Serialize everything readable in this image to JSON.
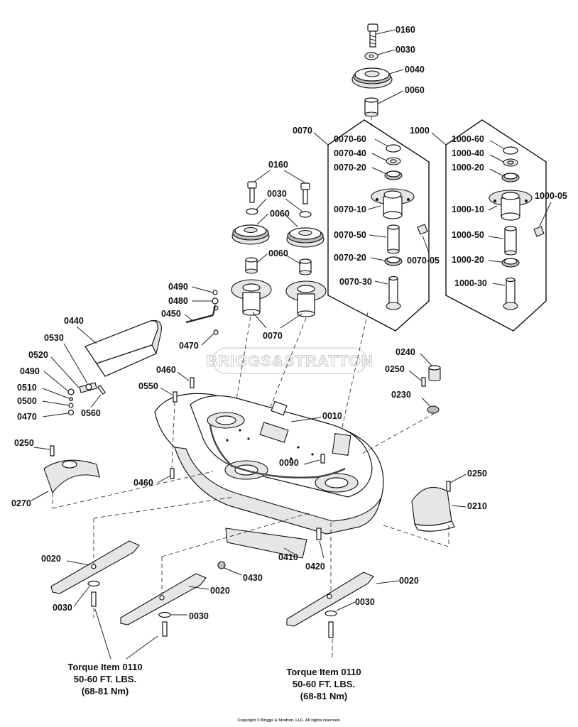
{
  "watermark": "BRIGGS&STRATTON",
  "copyright": "Copyright © Briggs & Stratton, LLC. All rights reserved.",
  "torque_notes": [
    {
      "line1": "Torque Item 0110",
      "line2": "50-60 FT. LBS.",
      "line3": "(68-81 Nm)"
    },
    {
      "line1": "Torque Item 0110",
      "line2": "50-60 FT. LBS.",
      "line3": "(68-81 Nm)"
    }
  ],
  "callouts": {
    "c0160a": "0160",
    "c0030a": "0030",
    "c0040": "0040",
    "c0060a": "0060",
    "c0070box": "0070",
    "c1000box": "1000",
    "c0070_60": "0070-60",
    "c0070_40": "0070-40",
    "c0070_20a": "0070-20",
    "c0070_10": "0070-10",
    "c0070_50": "0070-50",
    "c0070_20b": "0070-20",
    "c0070_05": "0070-05",
    "c0070_30": "0070-30",
    "c1000_60": "1000-60",
    "c1000_40": "1000-40",
    "c1000_20a": "1000-20",
    "c1000_10": "1000-10",
    "c1000_50": "1000-50",
    "c1000_20b": "1000-20",
    "c1000_05": "1000-05",
    "c1000_30": "1000-30",
    "c0160b": "0160",
    "c0030b": "0030",
    "c0060b": "0060",
    "c0060c": "0060",
    "c0070spindle": "0070",
    "c0490a": "0490",
    "c0480": "0480",
    "c0450": "0450",
    "c0470a": "0470",
    "c0440": "0440",
    "c0530": "0530",
    "c0520": "0520",
    "c0490b": "0490",
    "c0510": "0510",
    "c0500": "0500",
    "c0470b": "0470",
    "c0560": "0560",
    "c0460a": "0460",
    "c0550": "0550",
    "c0010": "0010",
    "c0240": "0240",
    "c0250a": "0250",
    "c0230": "0230",
    "c0250b": "0250",
    "c0270": "0270",
    "c0460b": "0460",
    "c0090": "0090",
    "c0250c": "0250",
    "c0210": "0210",
    "c0020a": "0020",
    "c0030c": "0030",
    "c0020b": "0020",
    "c0030d": "0030",
    "c0430": "0430",
    "c0410": "0410",
    "c0420": "0420",
    "c0020c": "0020",
    "c0030e": "0030"
  }
}
